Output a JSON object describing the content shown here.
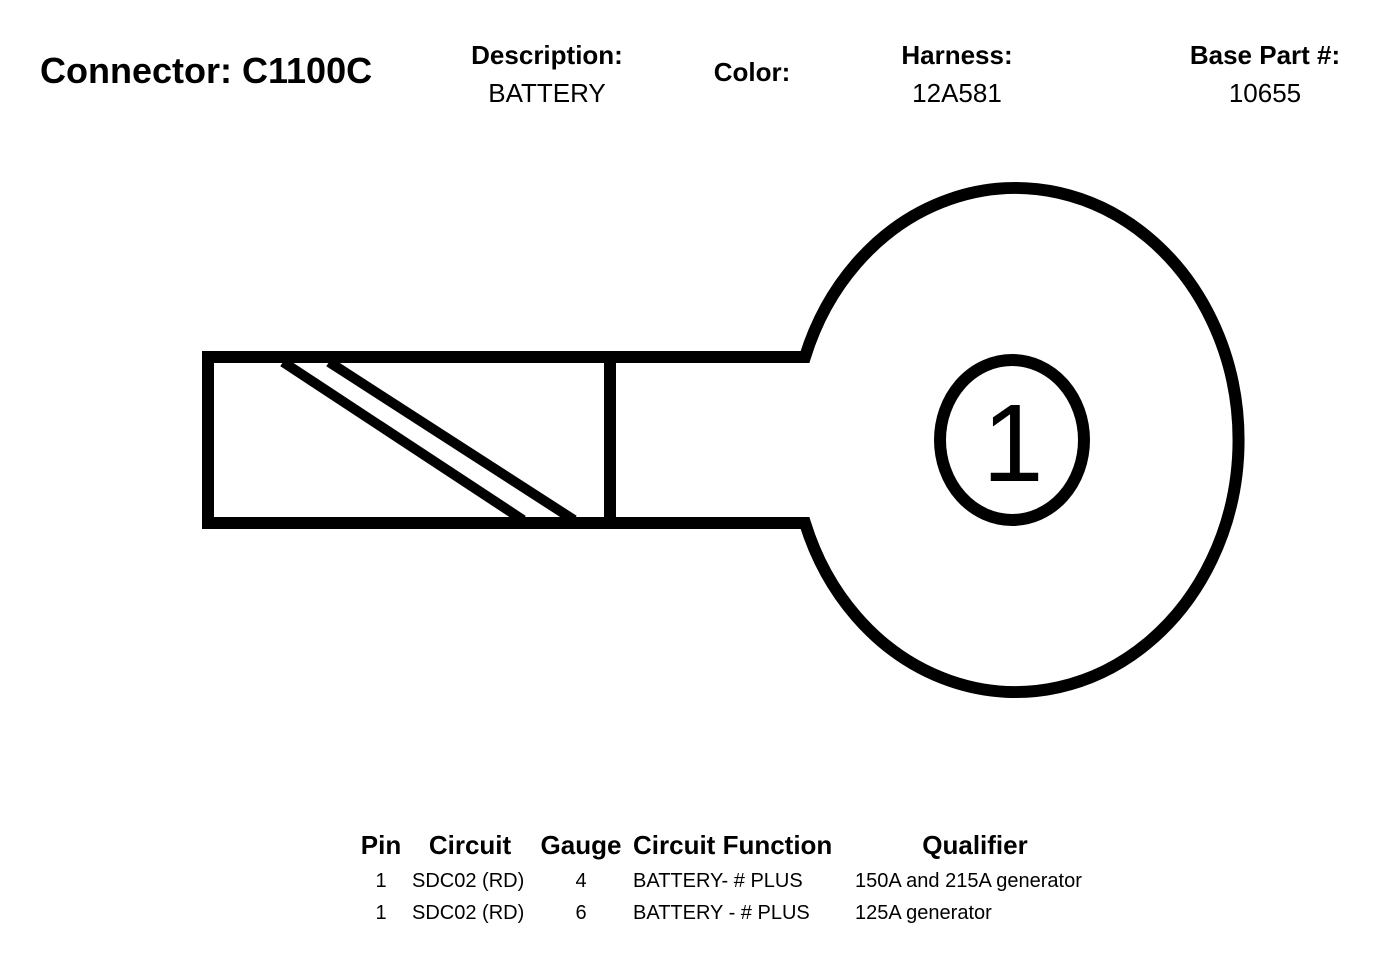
{
  "connector": {
    "title": "Connector: C1100C"
  },
  "fields": {
    "description_label": "Description:",
    "description_value": "BATTERY",
    "color_label": "Color:",
    "harness_label": "Harness:",
    "harness_value": "12A581",
    "base_part_label": "Base Part #:",
    "base_part_value": "10655"
  },
  "diagram": {
    "pin_label": "1"
  },
  "table": {
    "headers": [
      "Pin",
      "Circuit",
      "Gauge",
      "Circuit Function",
      "Qualifier"
    ],
    "rows": [
      [
        "1",
        "SDC02 (RD)",
        "4",
        "BATTERY- # PLUS",
        "150A and 215A generator"
      ],
      [
        "1",
        "SDC02 (RD)",
        "6",
        "BATTERY - # PLUS",
        "125A generator"
      ]
    ]
  }
}
